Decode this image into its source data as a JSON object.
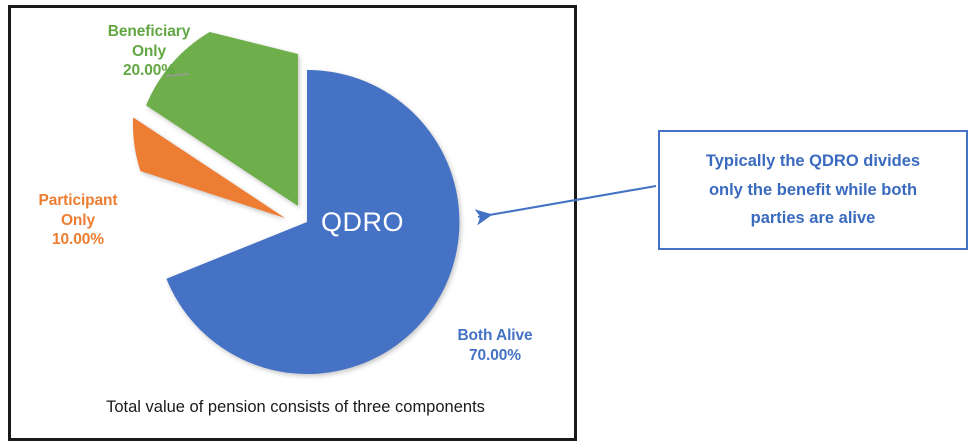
{
  "chart_data": {
    "type": "pie",
    "title": "",
    "caption": "Total value of pension consists of three components",
    "center_label": "QDRO",
    "start_angle_deg": 0,
    "direction": "clockwise",
    "exploded": true,
    "legend": "none (direct data labels)",
    "categories": [
      "Both Alive",
      "Participant Only",
      "Beneficiary Only"
    ],
    "values": [
      70.0,
      10.0,
      20.0
    ],
    "value_labels": [
      "70.00%",
      "10.00%",
      "20.00%"
    ],
    "colors": [
      "#4472C4",
      "#ED7D31",
      "#6EAF4B"
    ],
    "slices": [
      {
        "name": "Both Alive",
        "value": 70.0,
        "value_label": "70.00%",
        "color": "#4472C4",
        "label_line1": "Both Alive",
        "label_line2": "70.00%",
        "exploded": false
      },
      {
        "name": "Participant Only",
        "value": 10.0,
        "value_label": "10.00%",
        "color": "#ED7D31",
        "label_line1": "Participant",
        "label_line2": "Only",
        "label_line3": "10.00%",
        "exploded": true
      },
      {
        "name": "Beneficiary Only",
        "value": 20.0,
        "value_label": "20.00%",
        "color": "#6EAF4B",
        "label_line1": "Beneficiary",
        "label_line2": "Only",
        "label_line3": "20.00%",
        "exploded": true
      }
    ]
  },
  "labels": {
    "beneficiary": "Beneficiary\nOnly\n20.00%",
    "participant": "Participant\nOnly\n10.00%",
    "both_alive": "Both Alive\n70.00%",
    "center": "QDRO",
    "caption": "Total value of pension consists of three components"
  },
  "callout": {
    "text": "Typically the QDRO divides\nonly the benefit while both\nparties are alive",
    "border_color": "#4472C4",
    "text_color": "#3A6BBF"
  },
  "arrow": {
    "color": "#4472C4",
    "direction": "points-left-to-pie"
  },
  "frame": {
    "border_color": "#1a1a1a"
  }
}
